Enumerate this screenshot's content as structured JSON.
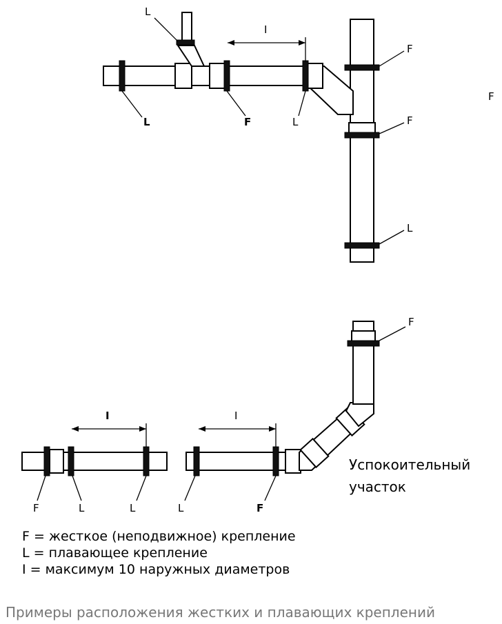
{
  "labels": {
    "fixed": "F",
    "floating": "L",
    "interval": "I"
  },
  "note": {
    "line1": "Успокоительный",
    "line2": "участок"
  },
  "legend": {
    "f": "F = жесткое (неподвижное) крепление",
    "l": "L = плавающее крепление",
    "i": "I = максимум 10 наружных диаметров"
  },
  "caption": "Примеры расположения жестких и плавающих креплений"
}
